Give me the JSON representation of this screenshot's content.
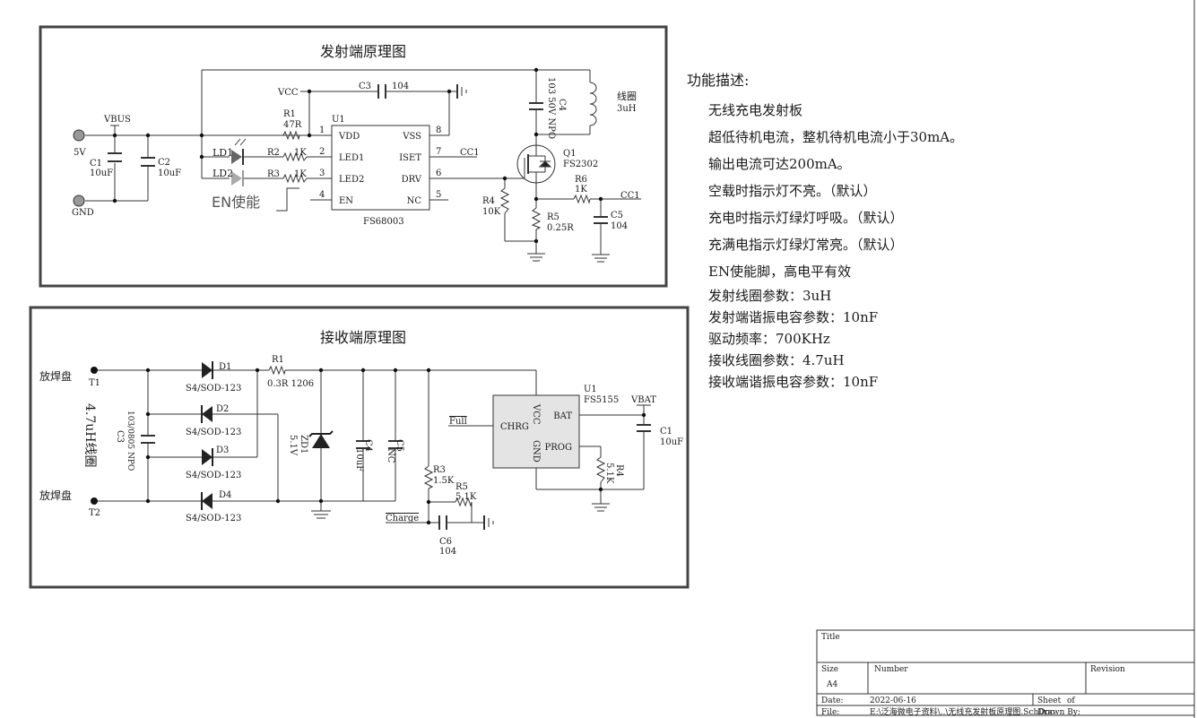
{
  "tx": {
    "title": "发射端原理图",
    "labels": {
      "vbus": "VBUS",
      "vcc": "VCC",
      "p5v": "5V",
      "gnd": "GND",
      "c1_ref": "C1",
      "c1_val": "10uF",
      "c2_ref": "C2",
      "c2_val": "10uF",
      "r1_ref": "R1",
      "r1_val": "47R",
      "c3_ref": "C3",
      "c3_val": "104",
      "ld1": "LD1",
      "ld2": "LD2",
      "r2_ref": "R2",
      "r2_val": "1K",
      "r3_ref": "R3",
      "r3_val": "1K",
      "en_label": "EN使能",
      "u1_ref": "U1",
      "u1_part": "FS68003",
      "pin_vdd": "VDD",
      "pin_led1": "LED1",
      "pin_led2": "LED2",
      "pin_en": "EN",
      "pin_vss": "VSS",
      "pin_iset": "ISET",
      "pin_drv": "DRV",
      "pin_nc": "NC",
      "p1": "1",
      "p2": "2",
      "p3": "3",
      "p4": "4",
      "p5": "5",
      "p6": "6",
      "p7": "7",
      "p8": "8",
      "cc1_a": "CC1",
      "cc1_b": "CC1",
      "c4_ref": "C4",
      "c4_val": "103 50V NPO",
      "coil_name": "线圈",
      "coil_val": "3uH",
      "q1_ref": "Q1",
      "q1_part": "FS2302",
      "r4_ref": "R4",
      "r4_val": "10K",
      "r5_ref": "R5",
      "r5_val": "0.25R",
      "r6_ref": "R6",
      "r6_val": "1K",
      "c5_ref": "C5",
      "c5_val": "104"
    }
  },
  "rx": {
    "title": "接收端原理图",
    "labels": {
      "pad1": "放焊盘",
      "pad2": "放焊盘",
      "t1": "T1",
      "t2": "T2",
      "coil": "4.7uH线圈",
      "c3_ref": "C3",
      "c3_val": "103/0805 NPO",
      "d1": "D1",
      "d2": "D2",
      "d3": "D3",
      "d4": "D4",
      "d1_pkg": "S4/SOD-123",
      "d2_pkg": "S4/SOD-123",
      "d3_pkg": "S4/SOD-123",
      "d4_pkg": "S4/SOD-123",
      "r1_ref": "R1",
      "r1_val": "0.3R 1206",
      "zd1_ref": "ZD1",
      "zd1_val": "5.1V",
      "c4_ref": "C4",
      "c4_val": "10uF",
      "c5_ref": "C5",
      "c5_val": "NC",
      "r3_ref": "R3",
      "r3_val": "1.5K",
      "r5_ref": "R5",
      "r5_val": "5.1K",
      "c6_ref": "C6",
      "c6_val": "104",
      "charge": "Charge",
      "full": "Full",
      "u1_ref": "U1",
      "u1_part": "FS5155",
      "pin_chrg": "CHRG",
      "pin_vcc": "VCC",
      "pin_gnd": "GND",
      "pin_bat": "BAT",
      "pin_prog": "PROG",
      "vbat": "VBAT",
      "c1_ref": "C1",
      "c1_val": "10uF",
      "r4_ref": "R4",
      "r4_val": "5.1K"
    }
  },
  "description": {
    "title": "功能描述:",
    "lines": [
      "无线充电发射板",
      "超低待机电流，整机待机电流小于30mA。",
      "输出电流可达200mA。",
      "空载时指示灯不亮。（默认）",
      "充电时指示灯绿灯呼吸。（默认）",
      "充满电指示灯绿灯常亮。（默认）",
      "EN使能脚，高电平有效",
      "发射线圈参数：3uH",
      "发射端谐振电容参数：10nF",
      "驱动频率：700KHz",
      "接收线圈参数：4.7uH",
      "接收端谐振电容参数：10nF"
    ]
  },
  "title_block": {
    "title_label": "Title",
    "size_label": "Size",
    "size_value": "A4",
    "number_label": "Number",
    "revision_label": "Revision",
    "date_label": "Date:",
    "date_value": "2022-06-16",
    "sheet_label": "Sheet",
    "of_label": "of",
    "file_label": "File:",
    "file_value": "E:\\泛海微电子资料\\..\\无线充发射板原理图.SchDoc",
    "drawn_label": "Drawn By:"
  }
}
